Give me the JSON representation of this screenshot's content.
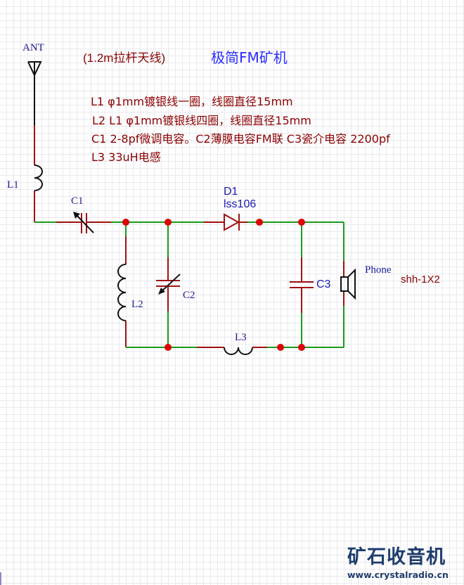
{
  "title": "极简FM矿机",
  "antenna_note": "(1.2m拉杆天线)",
  "notes": [
    "L1 φ1mm镀银线一圈，线圈直径15mm",
    "L2 L1 φ1mm镀银线四圈，线圈直径15mm",
    "C1 2-8pf微调电容。C2薄膜电容FM联 C3瓷介电容 2200pf",
    "L3 33uH电感"
  ],
  "components": {
    "antenna": {
      "label": "ANT"
    },
    "L1": {
      "label": "L1"
    },
    "C1": {
      "label": "C1"
    },
    "L2": {
      "label": "L2"
    },
    "C2": {
      "label": "C2"
    },
    "D1": {
      "label": "D1",
      "part": "lss106"
    },
    "C3": {
      "label": "C3"
    },
    "L3": {
      "label": "L3"
    },
    "phone": {
      "label": "Phone",
      "part": "shh-1X2"
    }
  },
  "colors": {
    "wire_green": "#1a9a1a",
    "wire_red": "#a01010",
    "junction": "#dd0000",
    "symbol": "#111111"
  },
  "logo": {
    "title": "矿石收音机",
    "url": "www.crystalradio.cn"
  }
}
